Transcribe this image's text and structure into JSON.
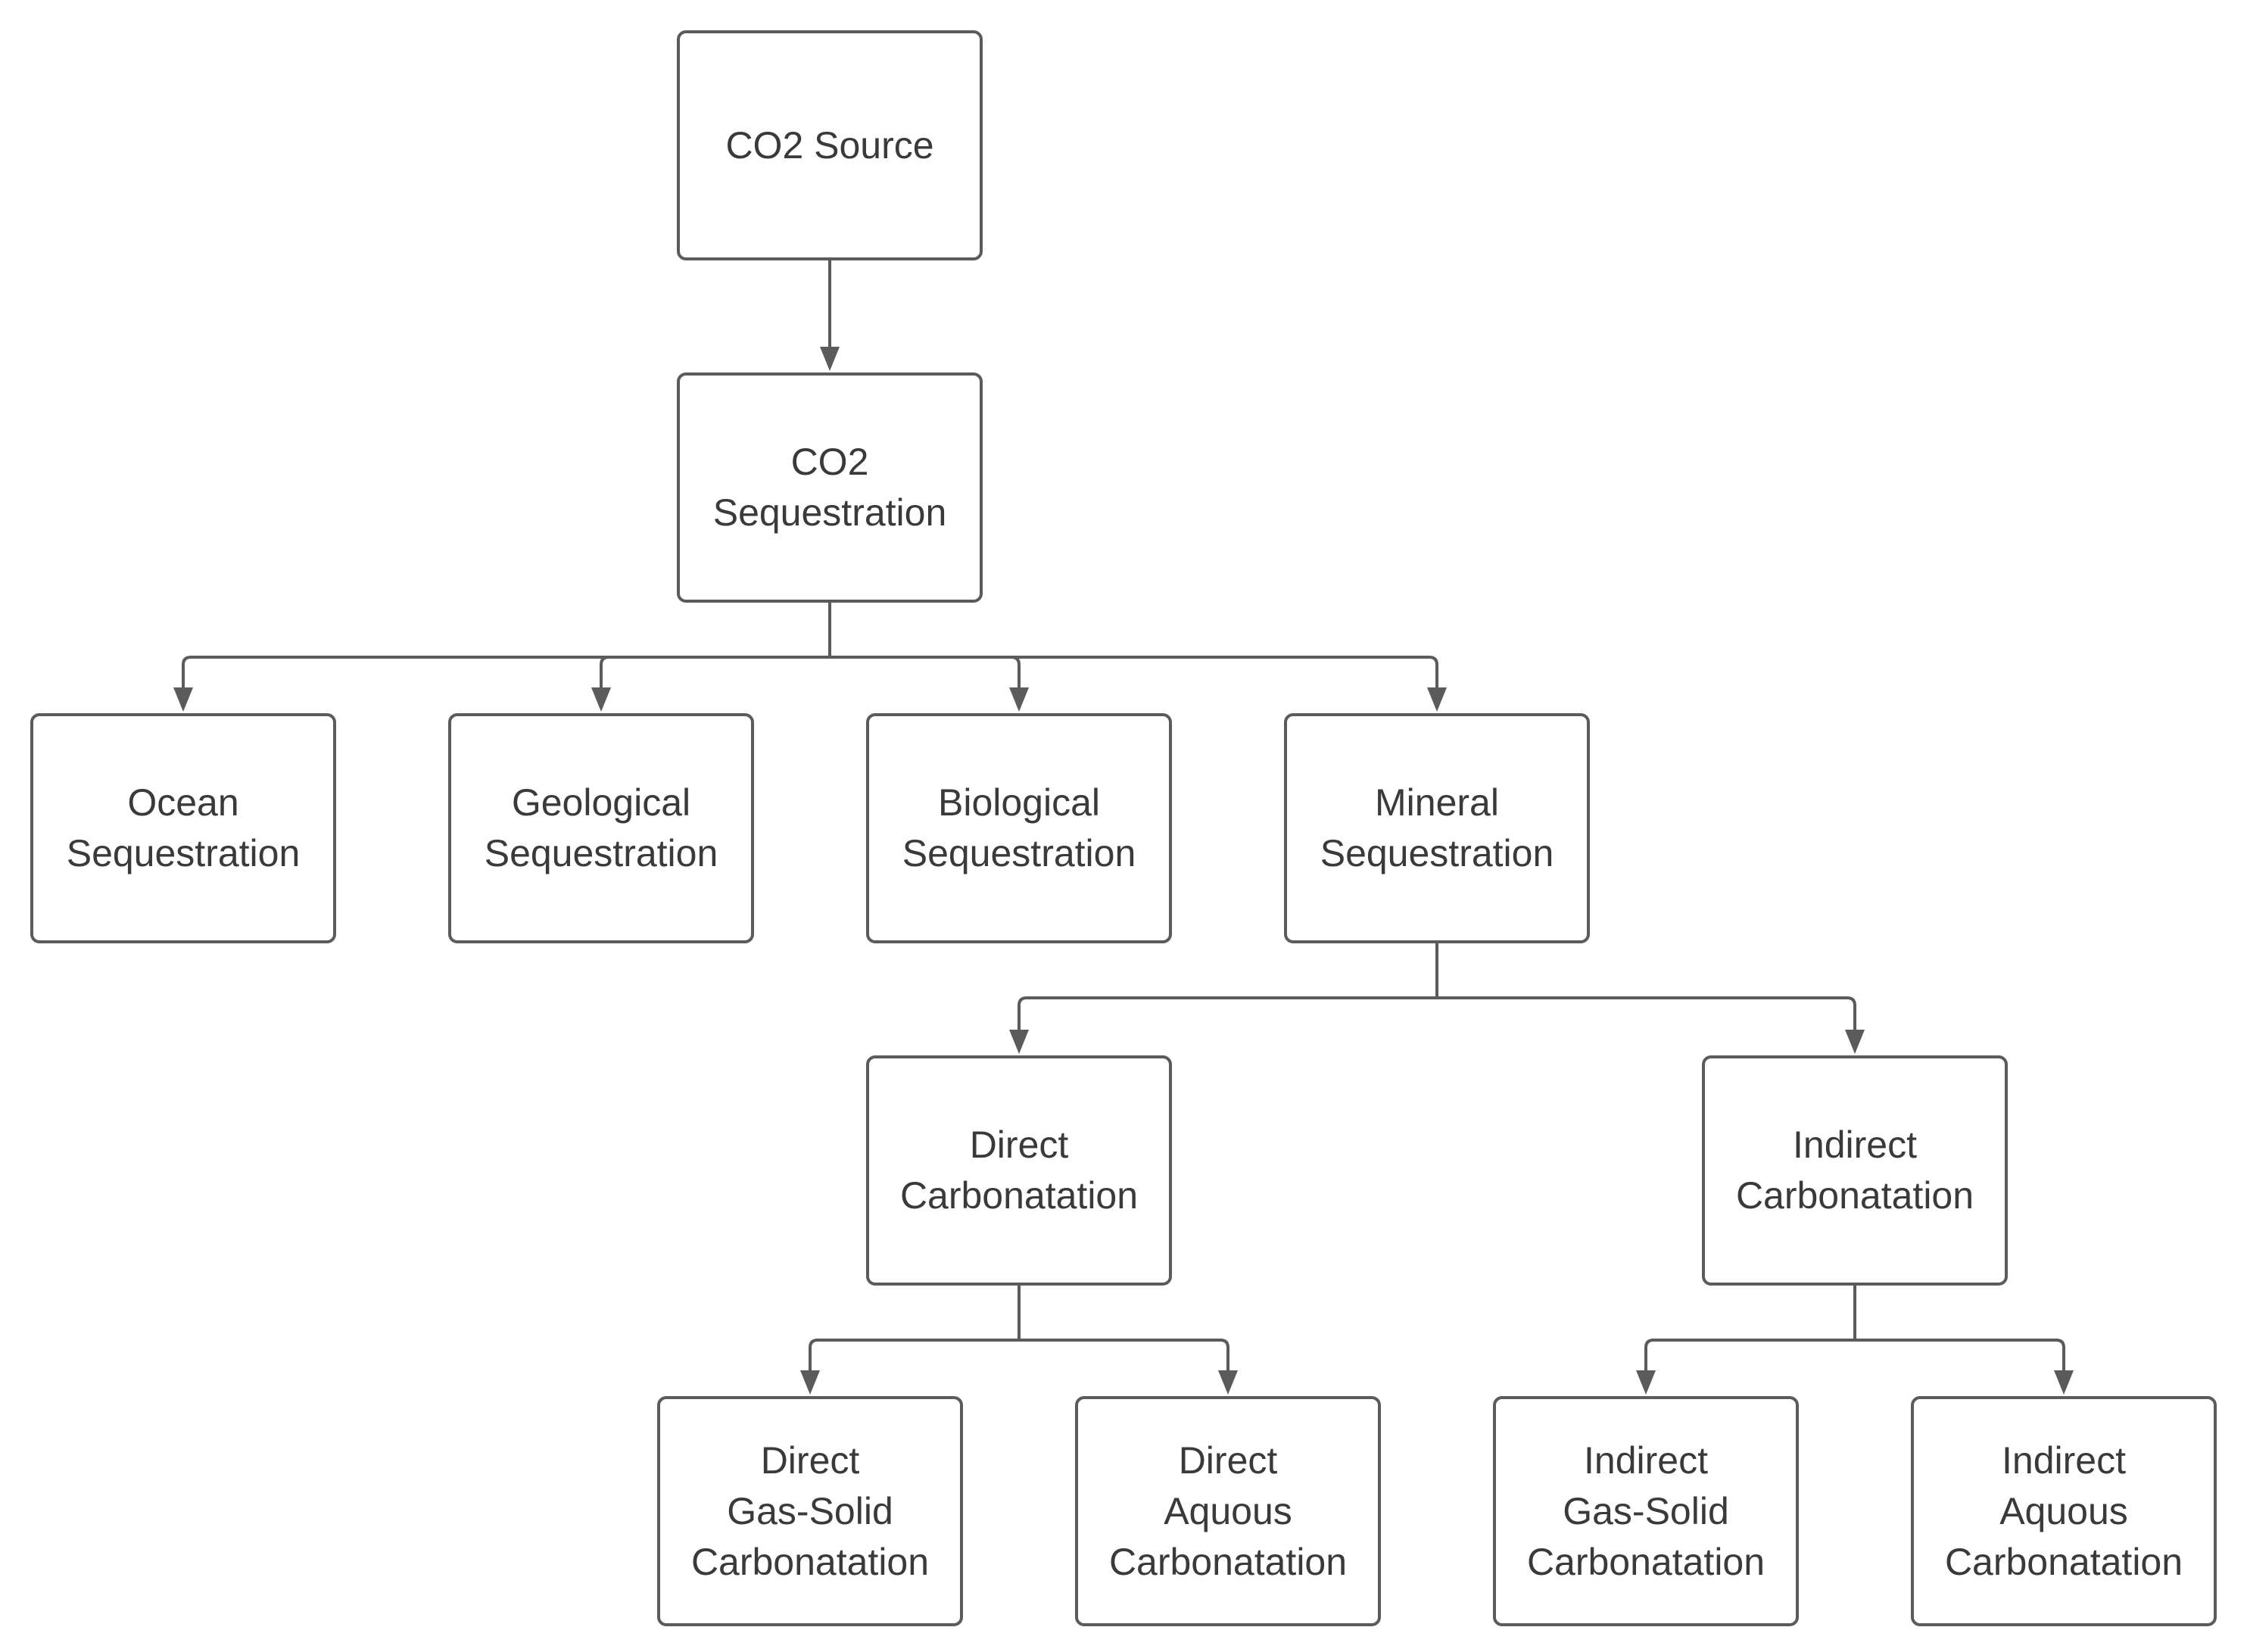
{
  "diagram": {
    "colors": {
      "stroke": "#5b5b5b",
      "text": "#3a3a3a",
      "background": "#ffffff"
    },
    "nodes": {
      "co2_source": {
        "lines": [
          "CO2 Source"
        ]
      },
      "co2_sequestration": {
        "lines": [
          "CO2",
          "Sequestration"
        ]
      },
      "ocean": {
        "lines": [
          "Ocean",
          "Sequestration"
        ]
      },
      "geological": {
        "lines": [
          "Geological",
          "Sequestration"
        ]
      },
      "biological": {
        "lines": [
          "Biological",
          "Sequestration"
        ]
      },
      "mineral": {
        "lines": [
          "Mineral",
          "Sequestration"
        ]
      },
      "direct_carb": {
        "lines": [
          "Direct",
          "Carbonatation"
        ]
      },
      "indirect_carb": {
        "lines": [
          "Indirect",
          "Carbonatation"
        ]
      },
      "direct_gas_solid": {
        "lines": [
          "Direct",
          "Gas-Solid",
          "Carbonatation"
        ]
      },
      "direct_aqueous": {
        "lines": [
          "Direct",
          "Aquous",
          "Carbonatation"
        ]
      },
      "indirect_gas_solid": {
        "lines": [
          "Indirect",
          "Gas-Solid",
          "Carbonatation"
        ]
      },
      "indirect_aqueous": {
        "lines": [
          "Indirect",
          "Aquous",
          "Carbonatation"
        ]
      }
    },
    "edges": [
      {
        "from": "co2_source",
        "to": [
          "co2_sequestration"
        ]
      },
      {
        "from": "co2_sequestration",
        "to": [
          "ocean",
          "geological",
          "biological",
          "mineral"
        ]
      },
      {
        "from": "mineral",
        "to": [
          "direct_carb",
          "indirect_carb"
        ]
      },
      {
        "from": "direct_carb",
        "to": [
          "direct_gas_solid",
          "direct_aqueous"
        ]
      },
      {
        "from": "indirect_carb",
        "to": [
          "indirect_gas_solid",
          "indirect_aqueous"
        ]
      }
    ]
  }
}
